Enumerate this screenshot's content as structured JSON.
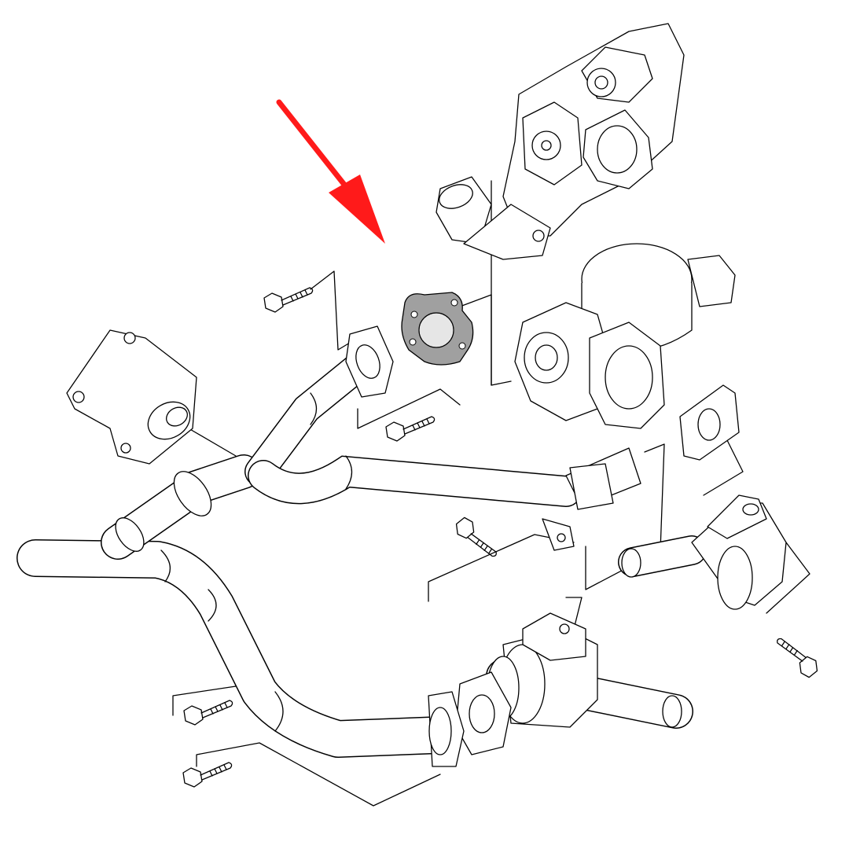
{
  "colors": {
    "background": "#ffffff",
    "line": "#000000",
    "arrow": "#ff1a1a",
    "gasket": "#a0a0a0"
  },
  "icons": [
    "red-pointer-arrow",
    "bolt",
    "gasket",
    "egr-valve",
    "egr-cooler",
    "pipe"
  ]
}
